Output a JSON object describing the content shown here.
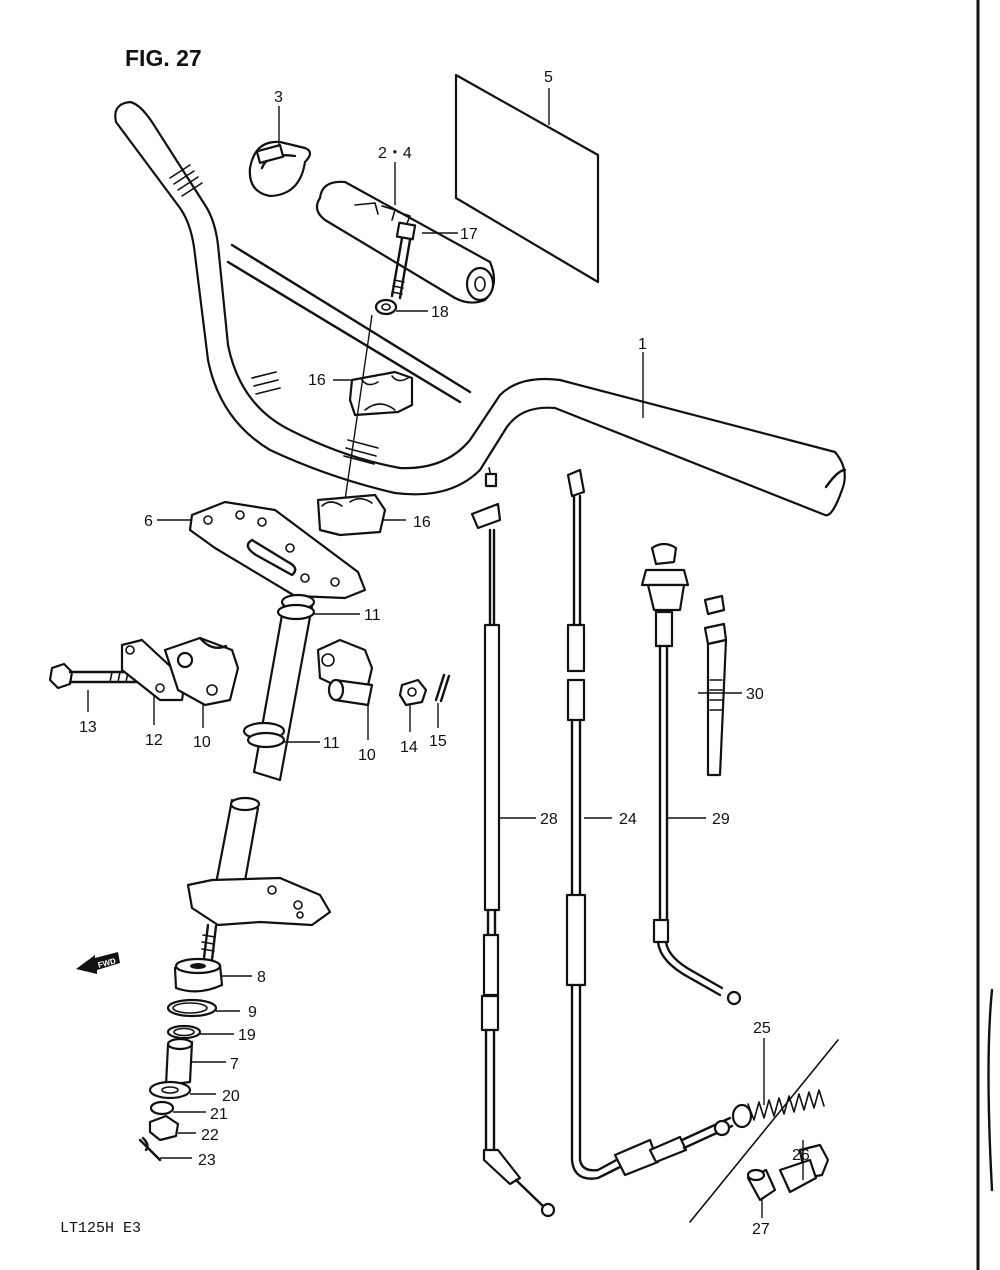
{
  "figure": {
    "title": "FIG. 27",
    "model_code": "LT125H E3",
    "fwd_label": "FWD"
  },
  "callouts": [
    {
      "id": "c1",
      "label": "1"
    },
    {
      "id": "c24",
      "label": "2・4"
    },
    {
      "id": "c3",
      "label": "3"
    },
    {
      "id": "c5",
      "label": "5"
    },
    {
      "id": "c6",
      "label": "6"
    },
    {
      "id": "c7",
      "label": "7"
    },
    {
      "id": "c8",
      "label": "8"
    },
    {
      "id": "c9",
      "label": "9"
    },
    {
      "id": "c10a",
      "label": "10"
    },
    {
      "id": "c10b",
      "label": "10"
    },
    {
      "id": "c11a",
      "label": "11"
    },
    {
      "id": "c11b",
      "label": "11"
    },
    {
      "id": "c12",
      "label": "12"
    },
    {
      "id": "c13",
      "label": "13"
    },
    {
      "id": "c14",
      "label": "14"
    },
    {
      "id": "c15",
      "label": "15"
    },
    {
      "id": "c16a",
      "label": "16"
    },
    {
      "id": "c16b",
      "label": "16"
    },
    {
      "id": "c17",
      "label": "17"
    },
    {
      "id": "c18",
      "label": "18"
    },
    {
      "id": "c19",
      "label": "19"
    },
    {
      "id": "c20",
      "label": "20"
    },
    {
      "id": "c21",
      "label": "21"
    },
    {
      "id": "c22",
      "label": "22"
    },
    {
      "id": "c23",
      "label": "23"
    },
    {
      "id": "c24b",
      "label": "24"
    },
    {
      "id": "c25",
      "label": "25"
    },
    {
      "id": "c26",
      "label": "26"
    },
    {
      "id": "c27",
      "label": "27"
    },
    {
      "id": "c28",
      "label": "28"
    },
    {
      "id": "c29",
      "label": "29"
    },
    {
      "id": "c30",
      "label": "30"
    }
  ]
}
